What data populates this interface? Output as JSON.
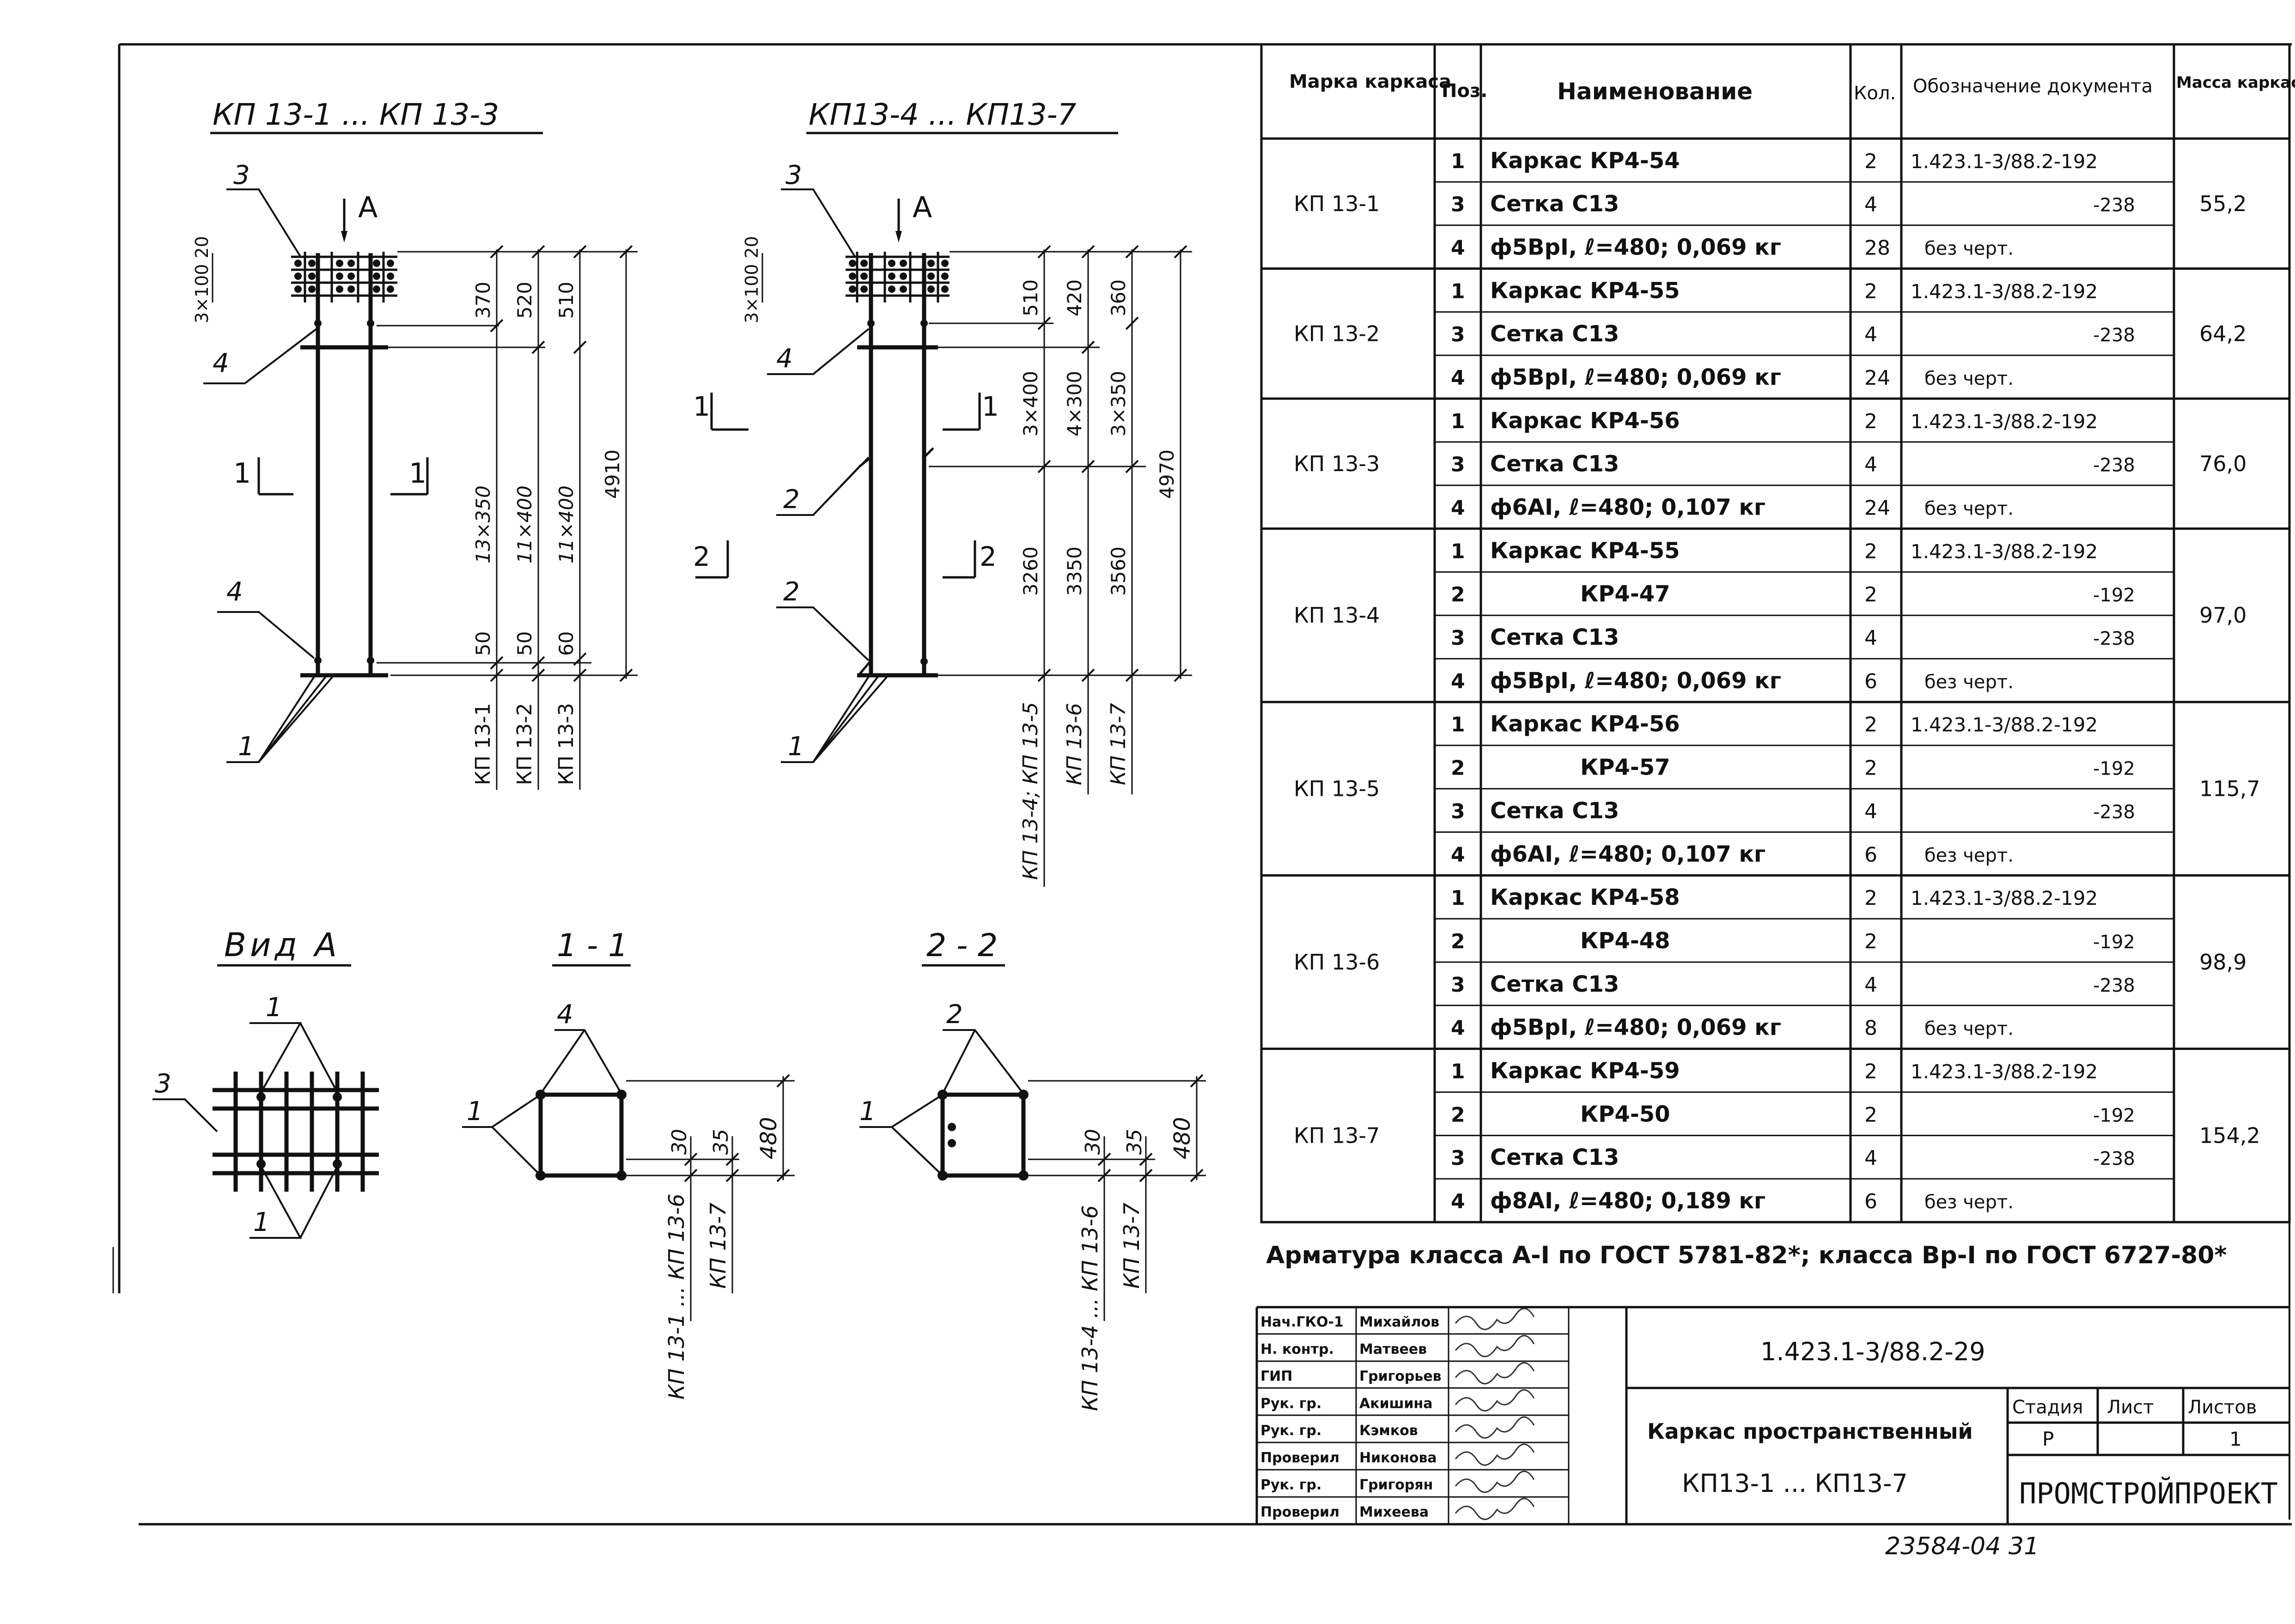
{
  "drawing": {
    "views": {
      "left_title": "КП 13-1 ... КП 13-3",
      "right_title": "КП13-4 ... КП13-7",
      "view_a_title": "Вид А",
      "section_1_title": "1 - 1",
      "section_2_title": "2 - 2",
      "section_mark_a": "А",
      "mark_1": "1",
      "mark_2": "2"
    },
    "callouts": {
      "pos1": "1",
      "pos2": "2",
      "pos3": "3",
      "pos4": "4"
    },
    "left_dims": {
      "top_spacing": "3×100 20",
      "chain_a": {
        "top": "370",
        "mid": "13×350",
        "bottom": "50",
        "label": "КП 13-1"
      },
      "chain_b": {
        "top": "520",
        "mid": "11×400",
        "bottom": "50",
        "label": "КП 13-2"
      },
      "chain_c": {
        "top": "510",
        "mid": "11×400",
        "bottom": "60",
        "label": "КП 13-3"
      },
      "total": "4910"
    },
    "right_dims": {
      "top_spacing": "3×100 20",
      "chain_a": {
        "top": "510",
        "mid": "3×400",
        "bottom": "3260",
        "label": "КП 13-4; КП 13-5"
      },
      "chain_b": {
        "top": "420",
        "mid": "4×300",
        "bottom": "3350",
        "label": "КП 13-6"
      },
      "chain_c": {
        "top": "360",
        "mid": "3×350",
        "bottom": "3560",
        "label": "КП 13-7"
      },
      "total": "4970"
    },
    "sec11": {
      "d1": "30",
      "d2": "35",
      "total": "480",
      "label_a": "КП 13-1 ... КП 13-6",
      "label_b": "КП 13-7"
    },
    "sec22": {
      "d1": "30",
      "d2": "35",
      "total": "480",
      "label_a": "КП 13-4 ... КП 13-6",
      "label_b": "КП 13-7"
    }
  },
  "spec": {
    "headers": {
      "mark": "Марка каркаса",
      "pos": "Поз.",
      "name": "Наименование",
      "qty": "Кол.",
      "doc": "Обозначение документа",
      "mass": "Масса каркаса, кг"
    },
    "groups": [
      {
        "mark": "КП 13-1",
        "mass": "55,2",
        "rows": [
          {
            "pos": "1",
            "name": "Каркас КР4-54",
            "qty": "2",
            "doc": "1.423.1-3/88.2-192"
          },
          {
            "pos": "3",
            "name": "Сетка С13",
            "qty": "4",
            "doc": "-238"
          },
          {
            "pos": "4",
            "name": "ф5ВрI, ℓ=480; 0,069 кг",
            "qty": "28",
            "doc": "без черт."
          }
        ]
      },
      {
        "mark": "КП 13-2",
        "mass": "64,2",
        "rows": [
          {
            "pos": "1",
            "name": "Каркас КР4-55",
            "qty": "2",
            "doc": "1.423.1-3/88.2-192"
          },
          {
            "pos": "3",
            "name": "Сетка С13",
            "qty": "4",
            "doc": "-238"
          },
          {
            "pos": "4",
            "name": "ф5ВрI, ℓ=480; 0,069 кг",
            "qty": "24",
            "doc": "без черт."
          }
        ]
      },
      {
        "mark": "КП 13-3",
        "mass": "76,0",
        "rows": [
          {
            "pos": "1",
            "name": "Каркас КР4-56",
            "qty": "2",
            "doc": "1.423.1-3/88.2-192"
          },
          {
            "pos": "3",
            "name": "Сетка С13",
            "qty": "4",
            "doc": "-238"
          },
          {
            "pos": "4",
            "name": "ф6АI, ℓ=480; 0,107 кг",
            "qty": "24",
            "doc": "без черт."
          }
        ]
      },
      {
        "mark": "КП 13-4",
        "mass": "97,0",
        "rows": [
          {
            "pos": "1",
            "name": "Каркас КР4-55",
            "qty": "2",
            "doc": "1.423.1-3/88.2-192"
          },
          {
            "pos": "2",
            "name": "КР4-47",
            "qty": "2",
            "doc": "-192"
          },
          {
            "pos": "3",
            "name": "Сетка С13",
            "qty": "4",
            "doc": "-238"
          },
          {
            "pos": "4",
            "name": "ф5ВрI, ℓ=480; 0,069 кг",
            "qty": "6",
            "doc": "без черт."
          }
        ]
      },
      {
        "mark": "КП 13-5",
        "mass": "115,7",
        "rows": [
          {
            "pos": "1",
            "name": "Каркас КР4-56",
            "qty": "2",
            "doc": "1.423.1-3/88.2-192"
          },
          {
            "pos": "2",
            "name": "КР4-57",
            "qty": "2",
            "doc": "-192"
          },
          {
            "pos": "3",
            "name": "Сетка С13",
            "qty": "4",
            "doc": "-238"
          },
          {
            "pos": "4",
            "name": "ф6АI, ℓ=480; 0,107 кг",
            "qty": "6",
            "doc": "без черт."
          }
        ]
      },
      {
        "mark": "КП 13-6",
        "mass": "98,9",
        "rows": [
          {
            "pos": "1",
            "name": "Каркас КР4-58",
            "qty": "2",
            "doc": "1.423.1-3/88.2-192"
          },
          {
            "pos": "2",
            "name": "КР4-48",
            "qty": "2",
            "doc": "-192"
          },
          {
            "pos": "3",
            "name": "Сетка С13",
            "qty": "4",
            "doc": "-238"
          },
          {
            "pos": "4",
            "name": "ф5ВрI, ℓ=480; 0,069 кг",
            "qty": "8",
            "doc": "без черт."
          }
        ]
      },
      {
        "mark": "КП 13-7",
        "mass": "154,2",
        "rows": [
          {
            "pos": "1",
            "name": "Каркас КР4-59",
            "qty": "2",
            "doc": "1.423.1-3/88.2-192"
          },
          {
            "pos": "2",
            "name": "КР4-50",
            "qty": "2",
            "doc": "-192"
          },
          {
            "pos": "3",
            "name": "Сетка С13",
            "qty": "4",
            "doc": "-238"
          },
          {
            "pos": "4",
            "name": "ф8АI, ℓ=480; 0,189 кг",
            "qty": "6",
            "doc": "без черт."
          }
        ]
      }
    ],
    "note": "Арматура класса А-I по ГОСТ 5781-82*; класса Вр-I по ГОСТ 6727-80*"
  },
  "title_block": {
    "staff": [
      {
        "role": "Нач.ГКО-1",
        "name": "Михайлов"
      },
      {
        "role": "Н. контр.",
        "name": "Матвеев"
      },
      {
        "role": "ГИП",
        "name": "Григорьев"
      },
      {
        "role": "Рук. гр.",
        "name": "Акишина"
      },
      {
        "role": "Рук. гр.",
        "name": "Кэмков"
      },
      {
        "role": "Проверил",
        "name": "Никонова"
      },
      {
        "role": "Рук. гр.",
        "name": "Григорян"
      },
      {
        "role": "Проверил",
        "name": "Михеева"
      }
    ],
    "code": "1.423.1-3/88.2-29",
    "title_line1": "Каркас пространственный",
    "title_line2": "КП13-1 ... КП13-7",
    "stage_label": "Стадия",
    "sheet_label": "Лист",
    "sheets_label": "Листов",
    "stage_value": "Р",
    "sheets_value": "1",
    "org": "ПРОМСТРОЙПРОЕКТ",
    "inventory": "23584-04 31"
  }
}
